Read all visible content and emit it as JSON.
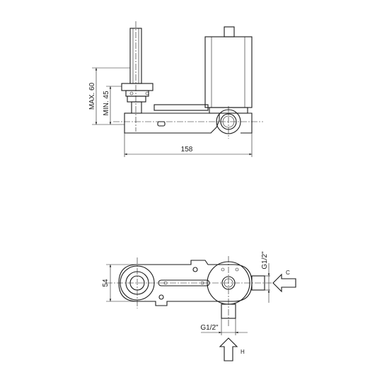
{
  "side_view": {
    "dim_max": "MAX. 60",
    "dim_min": "MIN. 45",
    "dim_length": "158"
  },
  "top_view": {
    "dim_height": "54",
    "dim_thread_right": "G1/2\"",
    "dim_thread_bottom": "G1/2\"",
    "inlet_cold": "C",
    "inlet_hot": "H"
  }
}
